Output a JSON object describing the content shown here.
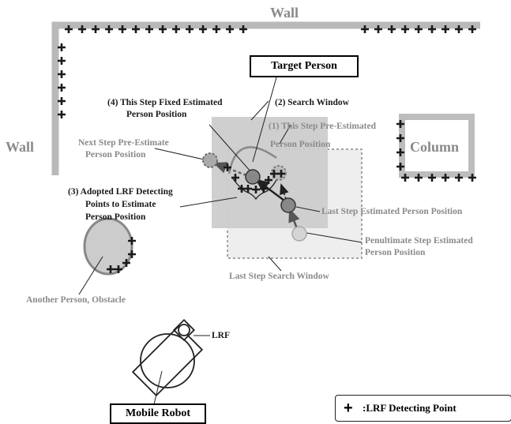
{
  "labels": {
    "wall_top": "Wall",
    "wall_left": "Wall",
    "column": "Column",
    "target_person": "Target Person",
    "fixed_estimate": [
      "(4) This Step Fixed Estimated",
      "Person Position"
    ],
    "search_window": "(2) Search Window",
    "pre_estimate": [
      "(1) This Step Pre-Estimated",
      "Person Position"
    ],
    "next_pre_estimate": [
      "Next Step Pre-Estimate",
      "Person Position"
    ],
    "adopted_points": [
      "(3) Adopted LRF Detecting",
      "Points to Estimate",
      "Person Position"
    ],
    "last_estimate": "Last Step Estimated Person Position",
    "penultimate_estimate": [
      "Penultimate Step Estimated",
      "Person Position"
    ],
    "last_search_window": "Last Step Search Window",
    "another_person": "Another Person, Obstacle",
    "lrf": "LRF",
    "mobile_robot": "Mobile Robot"
  },
  "legend": {
    "symbol": "+",
    "text": ":LRF Detecting Point"
  }
}
